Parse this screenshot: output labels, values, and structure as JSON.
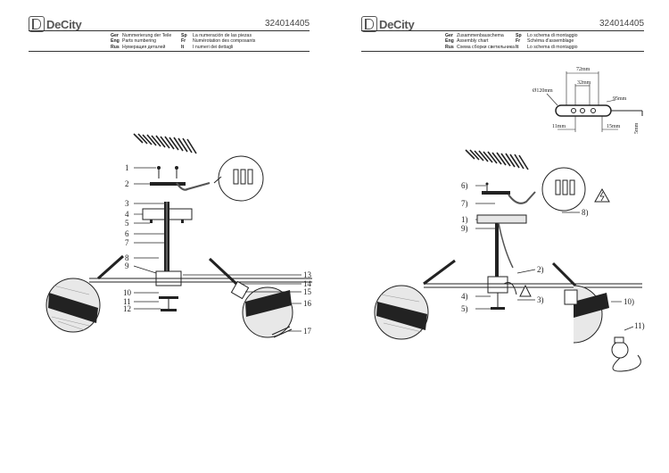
{
  "brand": "DeCity",
  "doc_number": "324014405",
  "left_page": {
    "header": {
      "col1": [
        {
          "lang": "Ger",
          "text": "Nummerierung der Teile"
        },
        {
          "lang": "Eng",
          "text": "Parts numbering"
        },
        {
          "lang": "Rus",
          "text": "Нумерация деталей"
        }
      ],
      "col2": [
        {
          "lang": "Sp",
          "text": "La numeración de las piezas"
        },
        {
          "lang": "Fr",
          "text": "Numérotation des composants"
        },
        {
          "lang": "It",
          "text": "I numeri dei dettagli"
        }
      ]
    },
    "callouts_left": [
      "1",
      "2",
      "3",
      "4",
      "5",
      "6",
      "7",
      "8",
      "9",
      "10",
      "11",
      "12"
    ],
    "callouts_right": [
      "13",
      "14",
      "15",
      "16",
      "17"
    ]
  },
  "right_page": {
    "header": {
      "col1": [
        {
          "lang": "Ger",
          "text": "Zusammenbauschema"
        },
        {
          "lang": "Eng",
          "text": "Assembly chart"
        },
        {
          "lang": "Rus",
          "text": "Схема сборки светильника"
        }
      ],
      "col2": [
        {
          "lang": "Sp",
          "text": "Lo schema di montaggio"
        },
        {
          "lang": "Fr",
          "text": "Schéma d'assemblage"
        },
        {
          "lang": "It",
          "text": "Lo schema di montaggio"
        }
      ]
    },
    "dimensions": {
      "d1": "72mm",
      "d2": "32mm",
      "d3": "Ø120mm",
      "d4": "95mm",
      "d5": "11mm",
      "d6": "15mm",
      "d7": "5mm"
    },
    "callouts_left": [
      "6)",
      "7)",
      "1)",
      "9)",
      "4)",
      "5)"
    ],
    "callouts_right": [
      "8)",
      "2)",
      "3)",
      "10)",
      "11)"
    ]
  }
}
